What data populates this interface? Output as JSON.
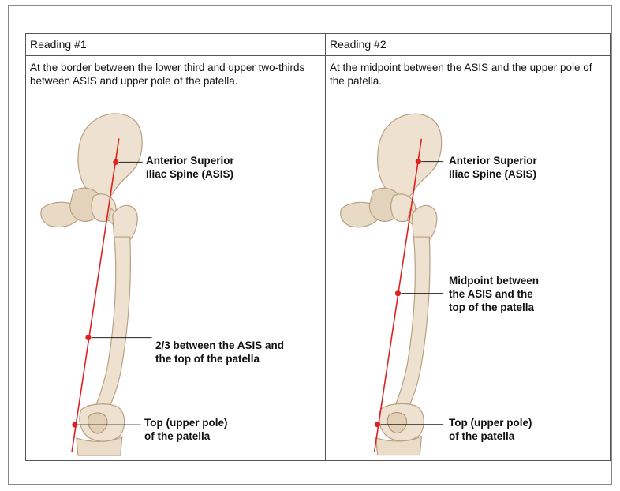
{
  "reading1": {
    "header": "Reading #1",
    "description": "At the border between the lower third and upper two-thirds between ASIS and upper pole of the patella.",
    "label_asis": [
      "Anterior Superior",
      "Iliac Spine (ASIS)"
    ],
    "label_point": [
      "2/3 between the ASIS and",
      "the top of the patella"
    ],
    "label_patella": [
      "Top (upper pole)",
      "of the patella"
    ]
  },
  "reading2": {
    "header": "Reading #2",
    "description": "At the midpoint between the ASIS and the upper pole of the patella.",
    "label_asis": [
      "Anterior Superior",
      "Iliac Spine (ASIS)"
    ],
    "label_point": [
      "Midpoint between",
      "the ASIS and the",
      "top of the patella"
    ],
    "label_patella": [
      "Top (upper pole)",
      "of the patella"
    ]
  },
  "colors": {
    "bone_fill": "#eee1cf",
    "bone_stroke": "#b79f82",
    "line_red": "#e02020",
    "leader": "#222222"
  }
}
